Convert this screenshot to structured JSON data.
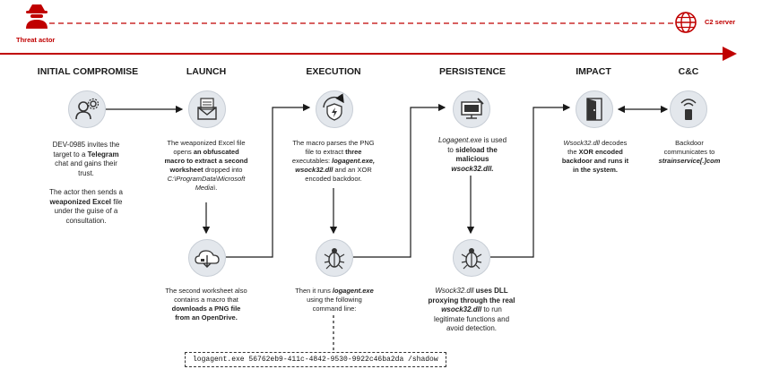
{
  "actors": {
    "threat_actor": "Threat actor",
    "c2_server": "C2 server"
  },
  "stages": [
    {
      "title": "INITIAL COMPROMISE",
      "icon": "user-gear-icon"
    },
    {
      "title": "LAUNCH",
      "icon": "email-document-icon"
    },
    {
      "title": "EXECUTION",
      "icon": "shield-lightning-icon"
    },
    {
      "title": "PERSISTENCE",
      "icon": "monitor-icon"
    },
    {
      "title": "IMPACT",
      "icon": "door-icon"
    },
    {
      "title": "C&C",
      "icon": "wireless-beacon-icon"
    }
  ],
  "descriptions": {
    "initial_1": [
      "DEV-0985 invites the",
      "target to a ",
      "Telegram",
      "chat and gains their",
      "trust."
    ],
    "initial_2": [
      "The actor then sends a",
      "weaponized Excel",
      " file",
      "under the guise of a",
      "consultation."
    ],
    "launch": [
      "The weaponized Excel file",
      "opens ",
      "an obfuscated",
      "macro to extract a second",
      "worksheet",
      " dropped into",
      "C:\\ProgramData\\Microsoft",
      "Media\\",
      "."
    ],
    "launch_second": [
      "The second worksheet also",
      "contains a macro that",
      "downloads a PNG file",
      "from an OpenDrive."
    ],
    "execution": [
      "The macro parses the PNG",
      "file to extract ",
      "three",
      "executables: ",
      "logagent.exe,",
      "wsock32.dll",
      " and an XOR",
      "encoded backdoor."
    ],
    "execution_run": [
      "Then it runs ",
      "logagent.exe",
      "using the following",
      "command line:"
    ],
    "persistence": [
      "Logagent.exe",
      " is used",
      "to ",
      "sideload the",
      "malicious",
      "wsock32.dll."
    ],
    "persistence_dll": [
      "Wsock32.dll",
      " uses DLL",
      "proxying through the real",
      "wsock32.dll",
      " to run",
      "legitimate functions and",
      "avoid detection."
    ],
    "impact": [
      "Wsock32.dll",
      " decodes",
      "the ",
      "XOR encoded",
      "backdoor and runs it",
      "in the system."
    ],
    "cnc": [
      "Backdoor",
      "communicates to",
      "strainservice[.]com"
    ]
  },
  "sub_icons": {
    "cloud": "cloud-download-icon",
    "bug": "bug-icon"
  },
  "command_line": "logagent.exe 56762eb9-411c-4842-9530-9922c46ba2da /shadow",
  "colors": {
    "threat_red": "#c00000",
    "circle_fill": "#e3e7ec",
    "line_dark": "#1a1a1a"
  }
}
